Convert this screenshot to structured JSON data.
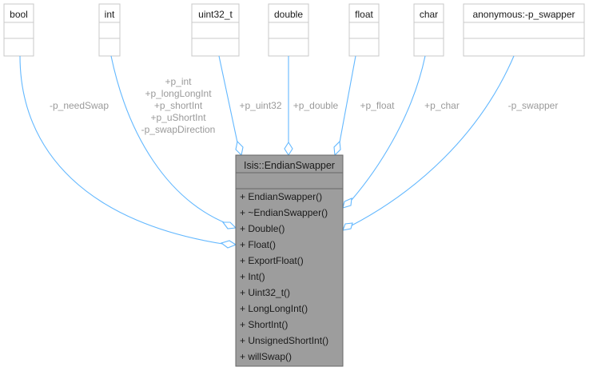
{
  "diagram": {
    "type": "collaboration-diagram",
    "main_class": {
      "name": "Isis::EndianSwapper",
      "attributes": [],
      "methods": [
        "+ EndianSwapper()",
        "+ ~EndianSwapper()",
        "+ Double()",
        "+ Float()",
        "+ ExportFloat()",
        "+ Int()",
        "+ Uint32_t()",
        "+ LongLongInt()",
        "+ ShortInt()",
        "+ UnsignedShortInt()",
        "+ willSwap()"
      ]
    },
    "types": [
      {
        "id": "bool",
        "name": "bool"
      },
      {
        "id": "int",
        "name": "int"
      },
      {
        "id": "uint32",
        "name": "uint32_t"
      },
      {
        "id": "double",
        "name": "double"
      },
      {
        "id": "float",
        "name": "float"
      },
      {
        "id": "char",
        "name": "char"
      },
      {
        "id": "anon",
        "name": "anonymous:-p_swapper"
      }
    ],
    "edges": [
      {
        "from": "bool",
        "labels": [
          "-p_needSwap"
        ]
      },
      {
        "from": "int",
        "labels": [
          "+p_int",
          "+p_longLongInt",
          "+p_shortInt",
          "+p_uShortInt",
          "-p_swapDirection"
        ]
      },
      {
        "from": "uint32",
        "labels": [
          "+p_uint32"
        ]
      },
      {
        "from": "double",
        "labels": [
          "+p_double"
        ]
      },
      {
        "from": "float",
        "labels": [
          "+p_float"
        ]
      },
      {
        "from": "char",
        "labels": [
          "+p_char"
        ]
      },
      {
        "from": "anon",
        "labels": [
          "-p_swapper"
        ]
      }
    ],
    "colors": {
      "edge": "#63b8ff",
      "label": "#9a9a9a",
      "main_fill": "#9d9d9d",
      "box_border": "#c8c8c8"
    }
  }
}
